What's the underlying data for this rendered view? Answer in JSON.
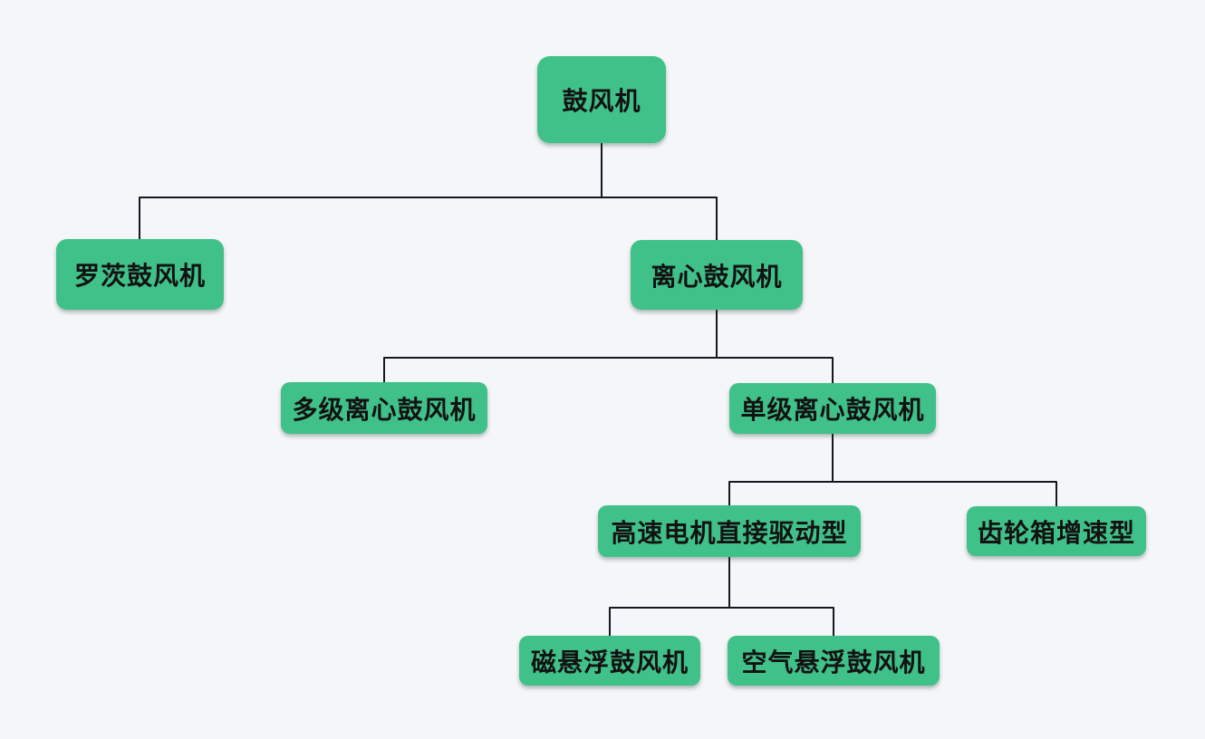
{
  "diagram": {
    "type": "tree",
    "colors": {
      "node_fill": "#40c189",
      "node_text": "#121212",
      "connector": "#17171f",
      "background": "#f5f6f9"
    },
    "nodes": {
      "blower": {
        "label": "鼓风机"
      },
      "roots_blower": {
        "label": "罗茨鼓风机"
      },
      "centrifugal_blower": {
        "label": "离心鼓风机"
      },
      "multistage_centrifugal_blower": {
        "label": "多级离心鼓风机"
      },
      "single_stage_centrifugal_blower": {
        "label": "单级离心鼓风机"
      },
      "high_speed_motor_direct_drive": {
        "label": "高速电机直接驱动型"
      },
      "gearbox_speed_increasing": {
        "label": "齿轮箱增速型"
      },
      "magnetic_levitation_blower": {
        "label": "磁悬浮鼓风机"
      },
      "air_suspension_blower": {
        "label": "空气悬浮鼓风机"
      }
    },
    "edges": [
      {
        "from": "鼓风机",
        "to": "罗茨鼓风机"
      },
      {
        "from": "鼓风机",
        "to": "离心鼓风机"
      },
      {
        "from": "离心鼓风机",
        "to": "多级离心鼓风机"
      },
      {
        "from": "离心鼓风机",
        "to": "单级离心鼓风机"
      },
      {
        "from": "单级离心鼓风机",
        "to": "高速电机直接驱动型"
      },
      {
        "from": "单级离心鼓风机",
        "to": "齿轮箱增速型"
      },
      {
        "from": "高速电机直接驱动型",
        "to": "磁悬浮鼓风机"
      },
      {
        "from": "高速电机直接驱动型",
        "to": "空气悬浮鼓风机"
      }
    ]
  }
}
